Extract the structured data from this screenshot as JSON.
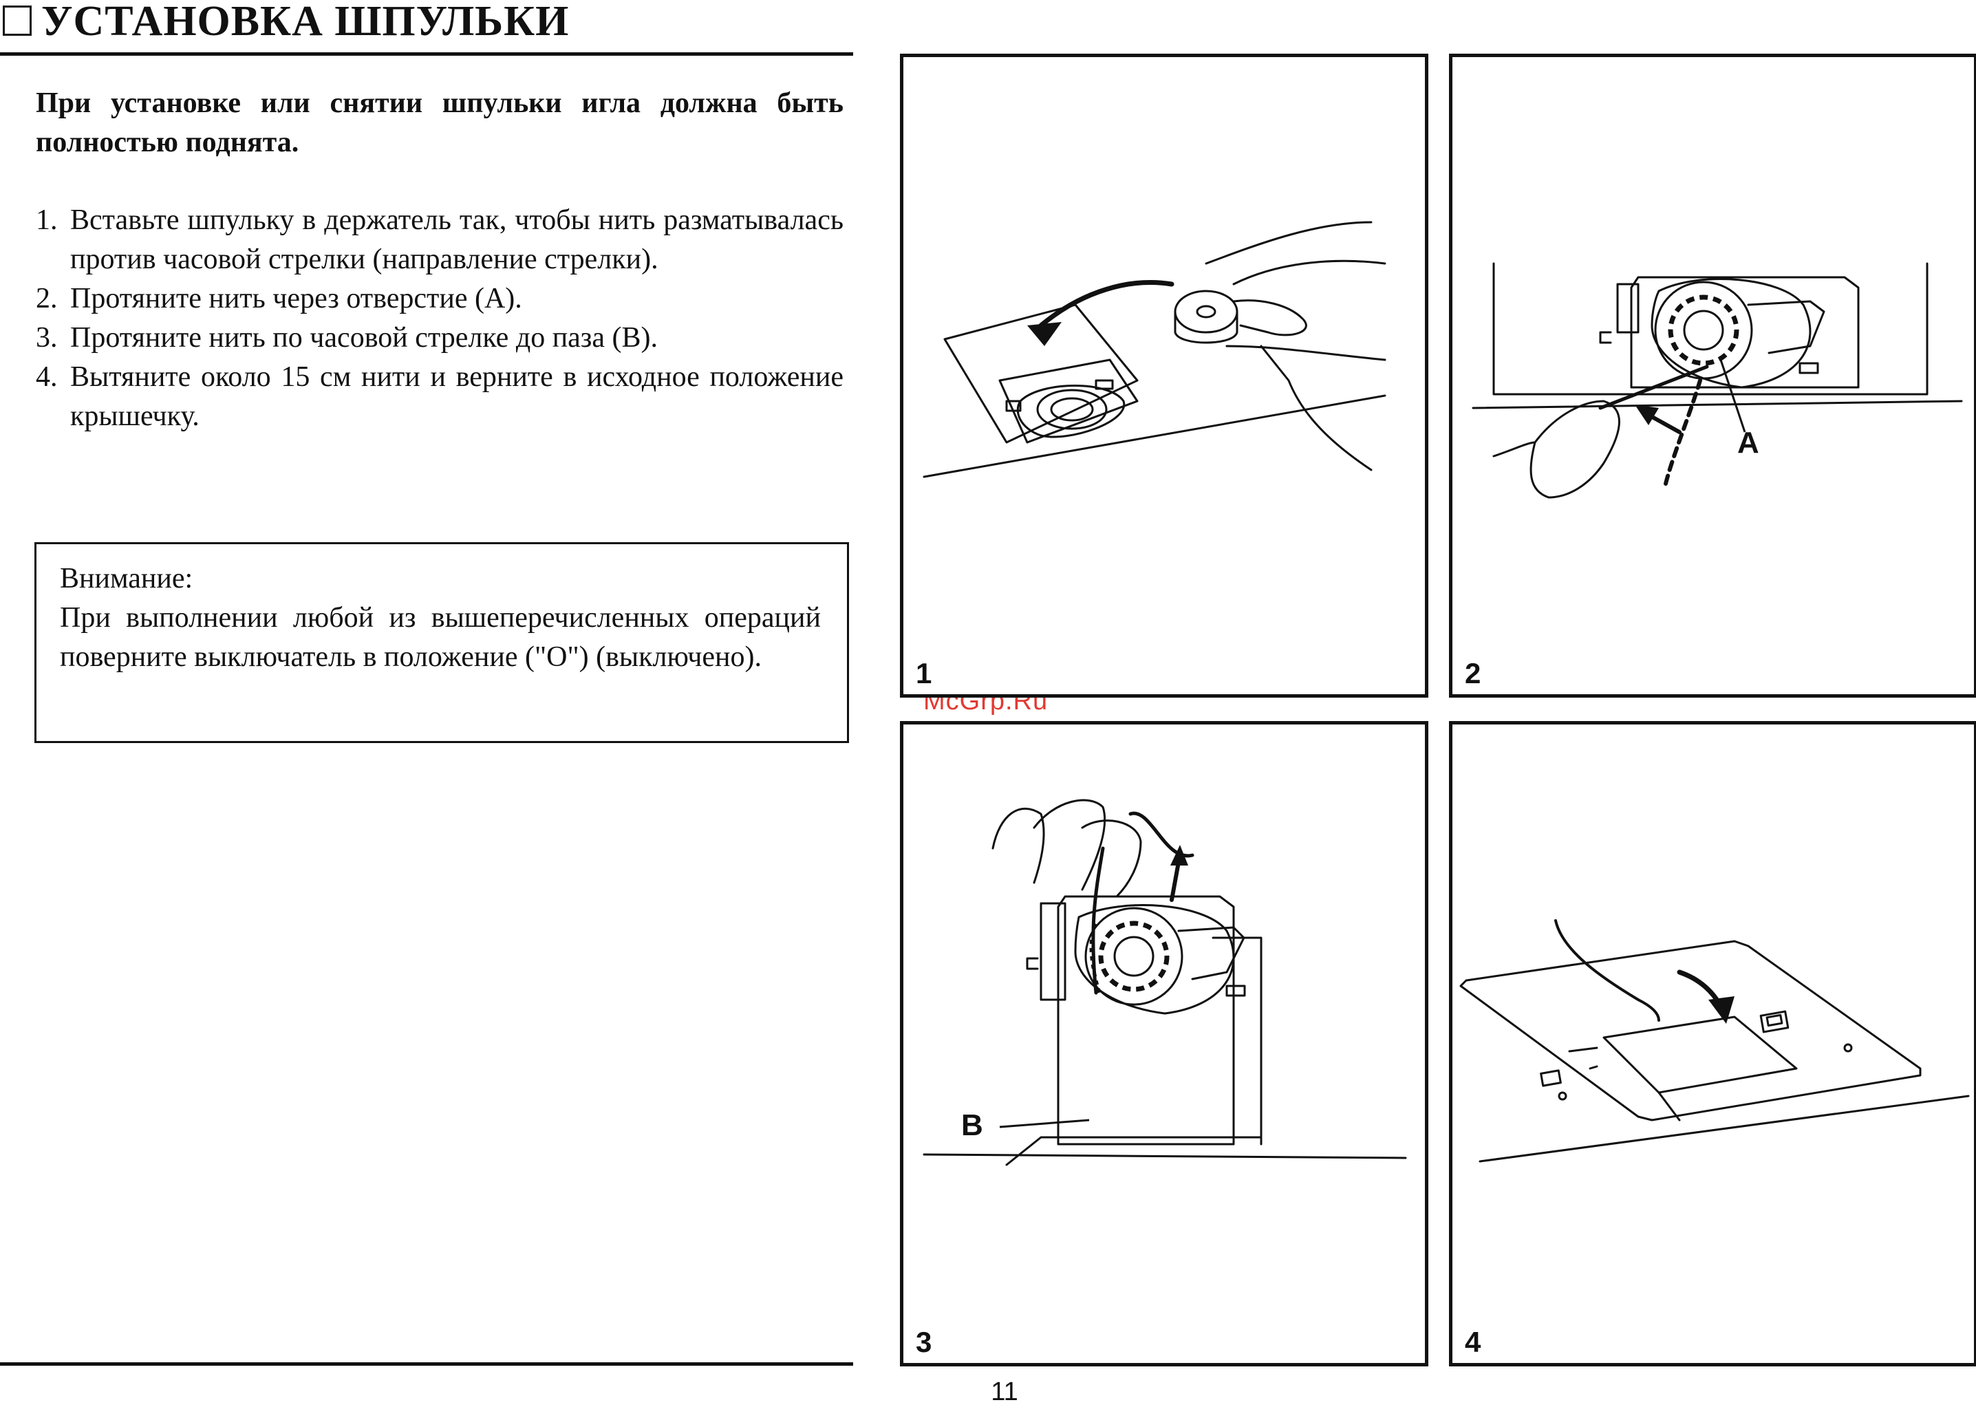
{
  "header": {
    "title": "УСТАНОВКА ШПУЛЬКИ"
  },
  "intro": "При установке или снятии шпульки игла должна быть полностью поднята.",
  "steps": [
    {
      "num": "1.",
      "text": "Вставьте шпульку в держатель так, чтобы нить разматывалась против часовой стрелки (направление стрелки)."
    },
    {
      "num": "2.",
      "text": "Протяните нить через отверстие (А)."
    },
    {
      "num": "3.",
      "text": "Протяните нить по часовой стрелке до паза (В)."
    },
    {
      "num": "4.",
      "text": "Вытяните около 15 см нити и верните в исходное положение крышечку."
    }
  ],
  "caution": {
    "heading": "Внимание:",
    "text": "При выполнении любой из вышеперечисленных операций поверните выключатель в положение (\"O\") (выключено)."
  },
  "figures": [
    {
      "number": "1"
    },
    {
      "number": "2",
      "callout": "A"
    },
    {
      "number": "3",
      "callout": "B"
    },
    {
      "number": "4"
    }
  ],
  "watermark": "McGrp.Ru",
  "page_number": "11"
}
